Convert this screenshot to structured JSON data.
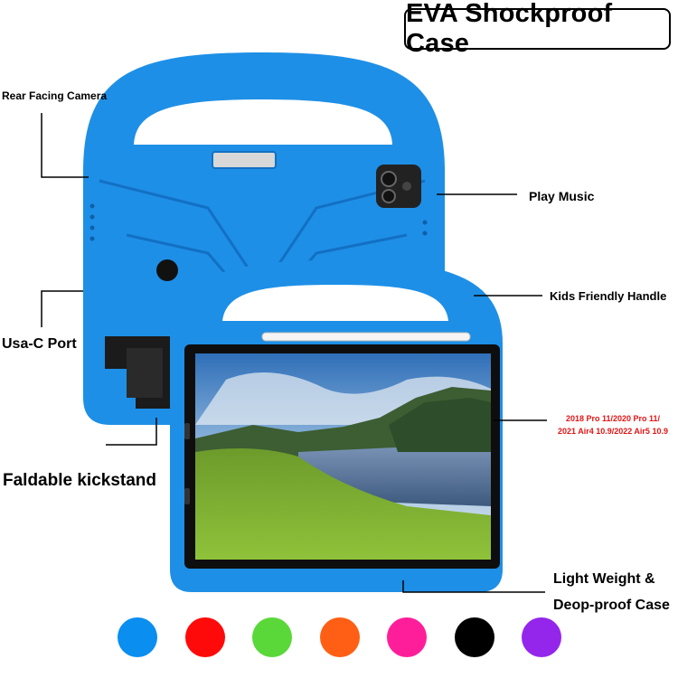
{
  "title": "EVA Shockproof Case",
  "labels": {
    "rear_camera": "Rear Facing Camera",
    "play_music": "Play Music",
    "kids_handle": "Kids Friendly Handle",
    "usb_c": "Usa-C Port",
    "kickstand": "Faldable kickstand",
    "light_weight": "Light Weight &",
    "drop_proof": "Deop-proof Case"
  },
  "models": {
    "line1": "2018 Pro 11/2020 Pro 11/",
    "line2": "2021 Air4 10.9/2022 Air5 10.9"
  },
  "colors": {
    "case_blue": "#1e8fe6",
    "case_blue_dark": "#1270c4",
    "model_text": "#e31414"
  },
  "swatches": [
    {
      "name": "blue",
      "color": "#0a8ef0"
    },
    {
      "name": "red",
      "color": "#ff0a0a"
    },
    {
      "name": "green",
      "color": "#5ad83a"
    },
    {
      "name": "orange",
      "color": "#ff5f14"
    },
    {
      "name": "pink",
      "color": "#ff1e9a"
    },
    {
      "name": "black",
      "color": "#000000"
    },
    {
      "name": "purple",
      "color": "#9426ec"
    }
  ]
}
